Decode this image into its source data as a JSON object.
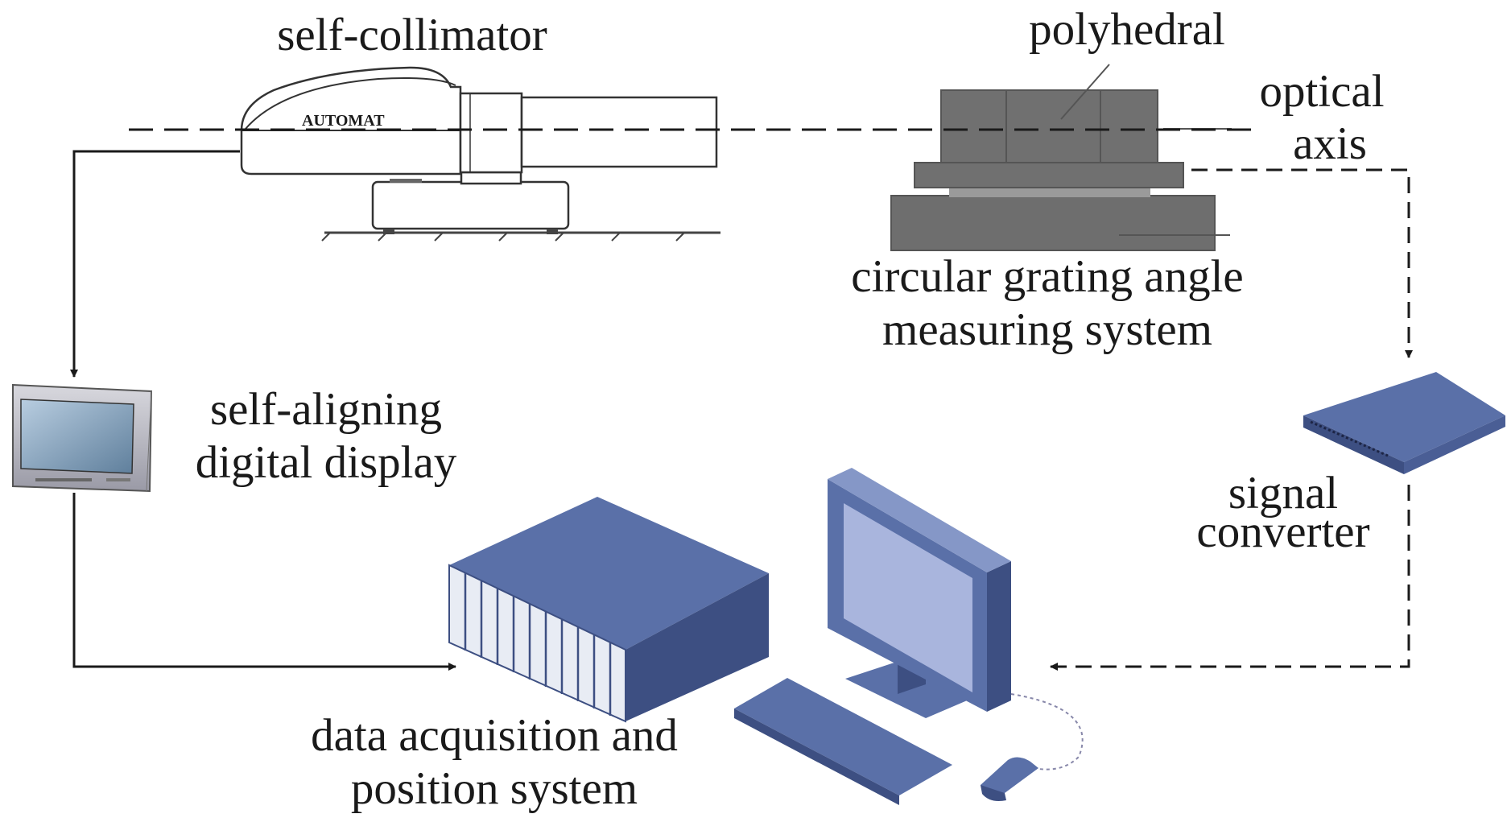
{
  "labels": {
    "self_collimator": "self-collimator",
    "polyhedral": "polyhedral",
    "optical_axis_line1": "optical",
    "optical_axis_line2": "axis",
    "circular_grating_line1": "circular grating angle",
    "circular_grating_line2": "measuring system",
    "self_aligning_line1": "self-aligning",
    "self_aligning_line2": "digital display",
    "signal_converter_line1": "signal",
    "signal_converter_line2": "converter",
    "data_acquisition_line1": "data acquisition and",
    "data_acquisition_line2": "position system"
  },
  "device_stamp": "AUTOMAT",
  "icons": {
    "collimator": "self-collimator-instrument",
    "polyhedron": "polyhedron-on-turntable",
    "display": "crt-monitor",
    "converter": "flat-network-box",
    "acquisition": "rack-chassis",
    "computer": "desktop-computer"
  },
  "colors": {
    "line": "#1a1a1a",
    "device_blue": "#5a70a8",
    "device_blue_dark": "#3d4f82",
    "device_blue_light": "#8597c7",
    "polyhedron_gray": "#6e6e6e",
    "screen": "#a9b5dd"
  }
}
